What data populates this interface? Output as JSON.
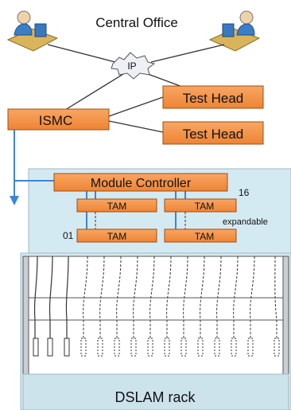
{
  "header": {
    "title": "Central Office"
  },
  "network": {
    "cloud_label": "IP"
  },
  "boxes": {
    "ismc": "ISMC",
    "test_head_1": "Test Head",
    "test_head_2": "Test Head",
    "module_controller": "Module Controller",
    "tam_upper_left": "TAM",
    "tam_upper_right": "TAM",
    "tam_lower_left": "TAM",
    "tam_lower_right": "TAM"
  },
  "annotations": {
    "count_top": "16",
    "count_bottom": "01",
    "expandable": "expandable"
  },
  "rack": {
    "label": "DSLAM rack"
  },
  "colors": {
    "box_fill": "#f5923e",
    "box_stroke": "#a04d10",
    "panel": "#d4eaf2",
    "link": "#3b86d6"
  },
  "icons": [
    "operator-workstation-icon",
    "operator-workstation-icon",
    "ip-cloud-icon"
  ]
}
